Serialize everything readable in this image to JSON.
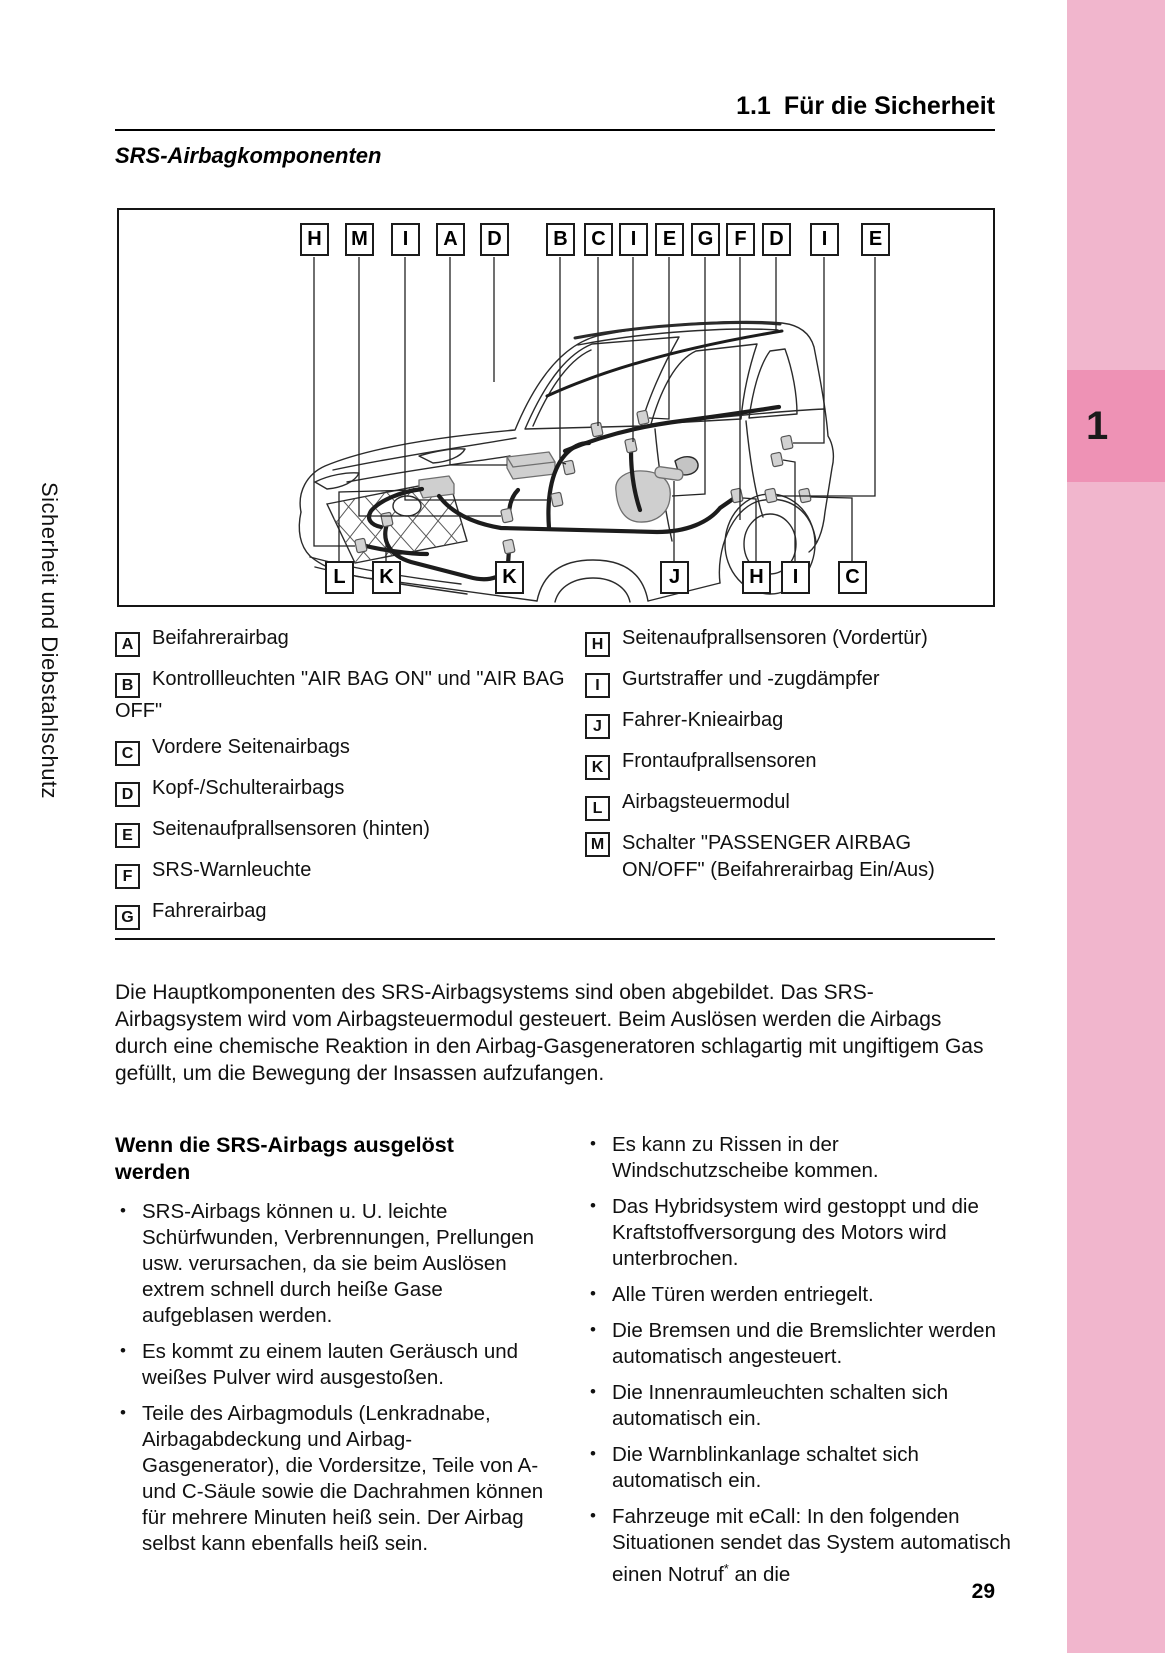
{
  "header": {
    "number": "1.1",
    "title": "Für die Sicherheit"
  },
  "sidebar": {
    "chapter_number": "1",
    "chapter_title": "Sicherheit und Diebstahlschutz",
    "pink_light": "#f1b6cd",
    "pink_dark": "#ee92b5"
  },
  "section_title": "SRS-Airbagkomponenten",
  "diagram": {
    "top_labels": [
      "H",
      "M",
      "I",
      "A",
      "D",
      "B",
      "C",
      "I",
      "E",
      "G",
      "F",
      "D",
      "I",
      "E"
    ],
    "bottom_labels": [
      "L",
      "K",
      "K",
      "J",
      "H",
      "I",
      "C"
    ]
  },
  "legend": {
    "left": [
      {
        "key": "A",
        "text": "Beifahrerairbag"
      },
      {
        "key": "B",
        "text": "Kontrollleuchten \"AIR BAG ON\" und \"AIR BAG OFF\""
      },
      {
        "key": "C",
        "text": "Vordere Seitenairbags"
      },
      {
        "key": "D",
        "text": "Kopf-/Schulterairbags"
      },
      {
        "key": "E",
        "text": "Seitenaufprallsensoren (hinten)"
      },
      {
        "key": "F",
        "text": "SRS-Warnleuchte"
      },
      {
        "key": "G",
        "text": "Fahrerairbag"
      }
    ],
    "right": [
      {
        "key": "H",
        "text": "Seitenaufprallsensoren (Vordertür)"
      },
      {
        "key": "I",
        "text": "Gurtstraffer und -zugdämpfer"
      },
      {
        "key": "J",
        "text": "Fahrer-Knieairbag"
      },
      {
        "key": "K",
        "text": "Frontaufprallsensoren"
      },
      {
        "key": "L",
        "text": "Airbagsteuermodul"
      },
      {
        "key": "M",
        "text": "Schalter \"PASSENGER AIRBAG ON/OFF\" (Beifahrerairbag Ein/Aus)"
      }
    ]
  },
  "body": {
    "intro": "Die Hauptkomponenten des SRS-Airbagsystems sind oben abgebildet. Das SRS-Airbagsystem wird vom Airbagsteuermodul gesteuert. Beim Auslösen werden die Airbags durch eine chemische Reaktion in den Airbag-Gasgeneratoren schlagartig mit ungiftigem Gas gefüllt, um die Bewegung der Insassen aufzufangen.",
    "left_heading": "Wenn die SRS-Airbags ausgelöst werden",
    "left_bullets": [
      "SRS-Airbags können u. U. leichte Schürfwunden, Verbrennungen, Prellungen usw. verursachen, da sie beim Auslösen extrem schnell durch heiße Gase aufgeblasen werden.",
      "Es kommt zu einem lauten Geräusch und weißes Pulver wird ausgestoßen.",
      "Teile des Airbagmoduls (Lenkradnabe, Airbagabdeckung und Airbag-Gasgenerator), die Vordersitze, Teile von A- und C-Säule sowie die Dachrahmen können für mehrere Minuten heiß sein. Der Airbag selbst kann ebenfalls heiß sein."
    ],
    "right_bullets": [
      "Es kann zu Rissen in der Windschutzscheibe kommen.",
      "Das Hybridsystem wird gestoppt und die Kraftstoffversorgung des Motors wird unterbrochen.",
      "Alle Türen werden entriegelt.",
      "Die Bremsen und die Bremslichter werden automatisch angesteuert.",
      "Die Innenraumleuchten schalten sich automatisch ein.",
      "Die Warnblinkanlage schaltet sich automatisch ein."
    ],
    "right_last_bullet": {
      "text": "Fahrzeuge mit eCall: In den folgenden Situationen sendet das System automatisch einen Notruf",
      "sup": "*",
      "tail": " an die"
    }
  },
  "footer": {
    "page_number": "29"
  }
}
